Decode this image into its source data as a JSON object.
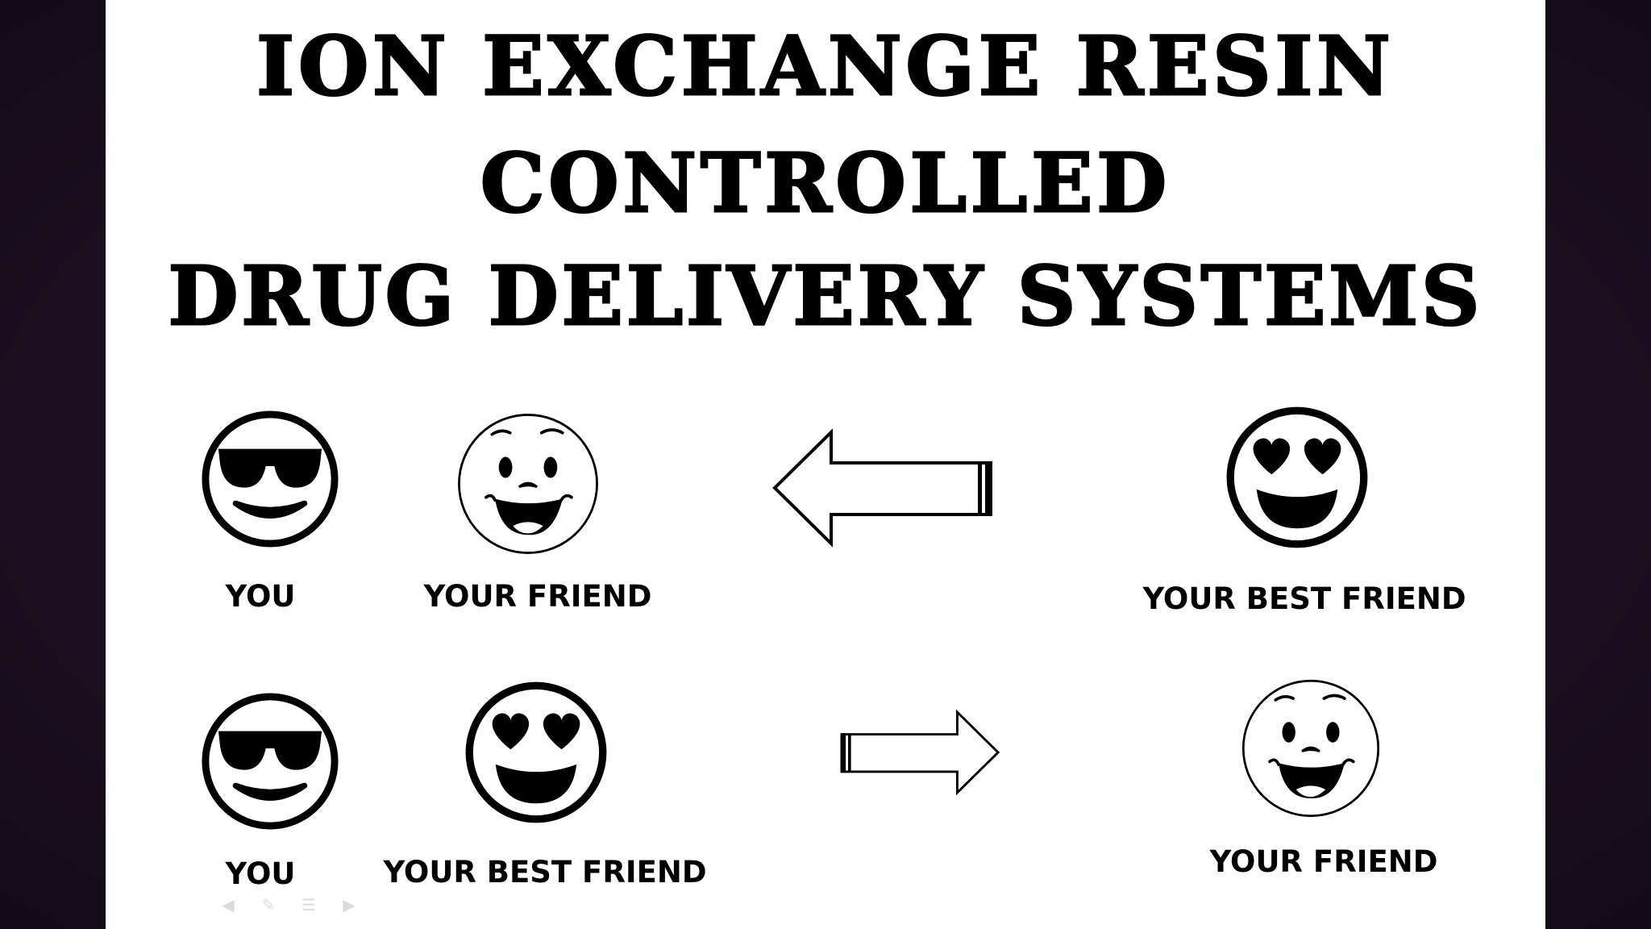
{
  "slide": {
    "title_lines": [
      "ION EXCHANGE RESIN",
      "CONTROLLED",
      "DRUG DELIVERY SYSTEMS"
    ]
  },
  "row1": {
    "left_emoji_1": {
      "icon": "sunglasses-face-icon",
      "label": "YOU"
    },
    "left_emoji_2": {
      "icon": "smiling-face-icon",
      "label": "YOUR FRIEND"
    },
    "arrow": {
      "icon": "arrow-left-icon",
      "direction": "left"
    },
    "right_emoji": {
      "icon": "heart-eyes-face-icon",
      "label": "YOUR BEST FRIEND"
    }
  },
  "row2": {
    "left_emoji_1": {
      "icon": "sunglasses-face-icon",
      "label": "YOU"
    },
    "left_emoji_2": {
      "icon": "heart-eyes-face-icon",
      "label": "YOUR BEST FRIEND"
    },
    "arrow": {
      "icon": "arrow-right-icon",
      "direction": "right"
    },
    "right_emoji": {
      "icon": "smiling-face-icon",
      "label": "YOUR FRIEND"
    }
  },
  "colors": {
    "slide_background": "#ffffff",
    "frame_background": "#1c0f22",
    "ink": "#000000"
  }
}
